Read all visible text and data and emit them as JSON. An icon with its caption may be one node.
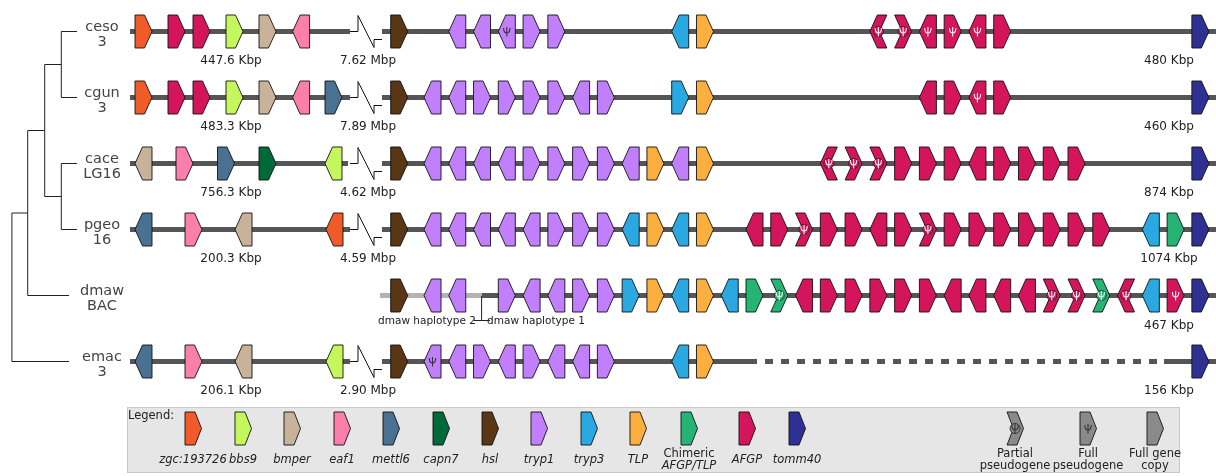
{
  "diagram": {
    "labels": [
      "ceso 3",
      "447.6 Kbp",
      "7.62 Mbp",
      "480 Kbp",
      "cgun 3",
      "483.3 Kbp",
      "7.89 Mbp",
      "460 Kbp",
      "cace LG16",
      "756.3 Kbp",
      "4.62 Mbp",
      "874 Kbp",
      "pgeo 16",
      "200.3 Kbp",
      "4.59 Mbp",
      "1074 Kbp",
      "dmaw BAC",
      "dmaw haplotype 2",
      "dmaw haplotype 1",
      "467 Kbp",
      "emac 3",
      "206.1 Kbp",
      "2.90 Mbp",
      "156 Kbp",
      "Legend:"
    ],
    "legend": [
      {
        "text": "zgc:193726",
        "color": "#f15a29"
      },
      {
        "text": "bbs9",
        "color": "#c4f75b"
      },
      {
        "text": "bmper",
        "color": "#c8b29a"
      },
      {
        "text": "eaf1",
        "color": "#fb7eab"
      },
      {
        "text": "mettl6",
        "color": "#4a7191"
      },
      {
        "text": "capn7",
        "color": "#00693a"
      },
      {
        "text": "hsl",
        "color": "#5b3614"
      },
      {
        "text": "tryp1",
        "color": "#c27ffb"
      },
      {
        "text": "tryp3",
        "color": "#2aa8e2"
      },
      {
        "text": "TLP",
        "color": "#fbaf3f"
      },
      {
        "text": "Chimeric *AFGP/TLP*",
        "color": "#26b474"
      },
      {
        "text": "AFGP",
        "color": "#d4155b"
      },
      {
        "text": "tomm40",
        "color": "#2e3192"
      },
      {
        "text": "Partial pseudogene"
      },
      {
        "text": "Full pseudogene"
      },
      {
        "text": "Full gene copy"
      }
    ]
  }
}
